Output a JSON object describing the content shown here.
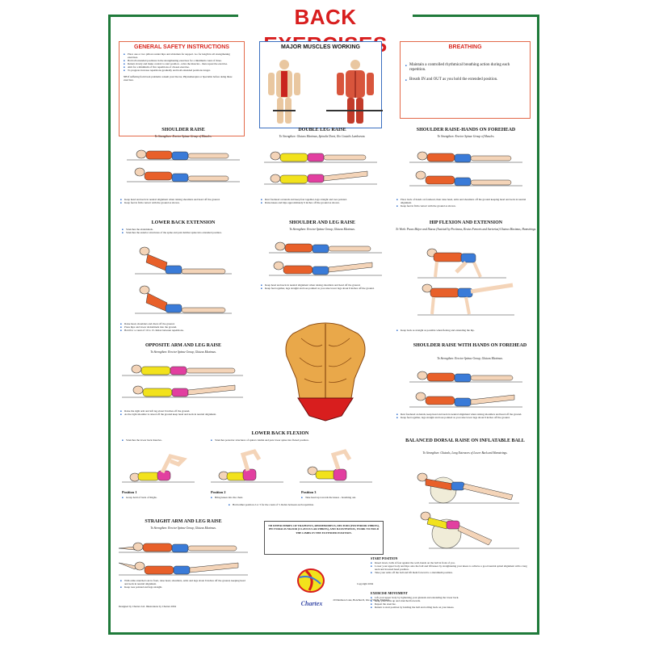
{
  "title": "BACK EXERCISES",
  "safety": {
    "heading": "GENERAL SAFETY INSTRUCTIONS",
    "items": [
      "Place one or two pillows under hips and abdomen for support. Go for length in all strengthening exercises.",
      "Hold all extended positions in the strengthening exercises for a minimum count of three.",
      "Return slowly and make control to start position - relax the muscles - then repeat the exercise.",
      "Aim for a minimum of five repetitions of chosen exercise.",
      "To progress increase repetitions gradually and hold extended positions longer."
    ],
    "nb": "NB  If suffering from back problems consult your Doctor, Physiotherapist or Specialist before doing these exercises."
  },
  "muscles": {
    "heading": "MAJOR MUSCLES WORKING"
  },
  "breathing": {
    "heading": "BREATHING",
    "items": [
      "Maintain a controlled rhythmical breathing action during each repetition.",
      "Breath IN and OUT as you hold the extended position."
    ]
  },
  "exercises": [
    {
      "title": "SHOULDER RAISE",
      "sub": "To Strengthen: Erector Spinae Group of Muscles.",
      "bullets": [
        "Keep head and neck in neutral alignment when raising shoulders and head off the ground.",
        "Keep feet in firm contact with the ground as shown."
      ]
    },
    {
      "title": "DOUBLE LEG RAISE",
      "sub": "To Strengthen: Gluteus Maximus, Spinalis Dorsi, Ilio Costalis Lumborum.",
      "bullets": [
        "Rest forehead on hands and keep feet together, legs straight and toes pointed.",
        "Raise knees and hips approximately 6 inches off the ground as shown."
      ]
    },
    {
      "title": "SHOULDER RAISE-HANDS ON FOREHEAD",
      "sub": "To Strengthen: Erector Spinae Group of Muscles.",
      "bullets": [
        "Place back of hands on forehead, then raise head, arms and shoulders off the ground keeping head and neck in neutral alignment.",
        "Keep feet in firm contact with the ground as shown."
      ]
    },
    {
      "title": "LOWER BACK EXTENSION",
      "sub": "",
      "bullets_top": [
        "Stretches the abdominals.",
        "Stretches the anterior structures of the spine and puts lumbar spine into extended position."
      ],
      "bullets": [
        "Raise head, shoulders and chest off the ground.",
        "Press hips and lower abdominals into the ground.",
        "Hold for a count of 10 to 15. Relax between repetitions."
      ]
    },
    {
      "title": "SHOULDER AND LEG RAISE",
      "sub": "To Strengthen: Erector Spinae Group, Gluteus Maximus.",
      "bullets": [
        "Keep head and neck in neutral alignment when raising shoulders and head off the ground.",
        "Keep feet together, legs straight and toes pointed as you raise lower legs about 6 inches off the ground."
      ]
    },
    {
      "title": "HIP FLEXION AND EXTENSION",
      "sub": "To Work: Psoas Major and Iliacus (Assisted by Pectineus, Rectus Femoris and Sartorius) Gluteus Maximus, Hamstrings.",
      "bullets": [
        "Keep back as straight as possible when flexing and extending the hip."
      ]
    },
    {
      "title": "OPPOSITE ARM AND LEG RAISE",
      "sub": "To Strengthen: Erector Spinae Group, Gluteus Maximus.",
      "bullets": [
        "Raise the right arm and left leg about 6 inches off the ground.",
        "As the right shoulder is raised off the ground keep head and neck in neutral alignment."
      ]
    },
    {
      "title": "SHOULDER RAISE WITH HANDS ON FOREHEAD",
      "sub": "To Strengthen: Erector Spinae Group, Gluteus Maximus.",
      "bullets": [
        "Rest forehead on hands, keep head and neck in neutral alignment when raising shoulders and head off the ground.",
        "Keep feet together, legs straight and toes pointed as you raise lower legs about 6 inches off the ground."
      ]
    },
    {
      "title": "LOWER BACK FLEXION",
      "sub": "",
      "bullets_top": [
        "Stretches the lower back muscles.",
        "Stretches posterior structures of spinal column and puts lower spine into flexed position."
      ],
      "positions": [
        "Position 1",
        "Position 2",
        "Position 3"
      ],
      "pos_notes": [
        "Grasp hold of back of thighs.",
        "Bring knees into the chest.",
        "Take head up towards the knees - breathing out."
      ],
      "hold": "Hold either position 2 or 3 for the count of 5. Relax between each repetition."
    },
    {
      "title": "BALANCED DORSAL RAISE ON INFLATABLE BALL",
      "sub": "To Strengthen: Gluteals, Long Extensors of Lower Back and Hamstrings."
    },
    {
      "title": "STRAIGHT ARM AND LEG RAISE",
      "sub": "To Strengthen: Erector Spinae Group, Gluteus Maximus.",
      "bullets": [
        "With arms stretched out in front, raise head, shoulders, arms and legs about 6 inches off the ground, keeping head and neck in neutral alignment.",
        "Keep toes pointed and legs straight."
      ]
    }
  ],
  "nb_box": "NB  UPPER FIBRES OF TRAPEZIUS, RHOMBOIDEUS, DELTOID (POSTERIOR FIBRES), PECTORALIS MAJOR (CLAVICULAR FIBRES), AND ILIOSTERNOS, WORK TO HOLD THE LIMBS IN THE EXTENDED POSITION.",
  "ball": {
    "start_heading": "START POSITION",
    "start": [
      "Kneel down, balls of feet against the wall, hands on the ball in front of you.",
      "Lower your upper body and hips onto the ball and lift knees by straightening your knees to achieve a good neutral spinal alignment with a long neck and lowered head position.",
      "Take your arms off the ball and lift them forward to a maximum position."
    ],
    "move_heading": "EXERCISE MOVEMENT",
    "move": [
      "Lift your upper body by tightening your gluteals and extending the lower back.",
      "Keep your arms up and stretched forwards.",
      "Repeat the exercise.",
      "Return to start position by holding the ball and rolling back on your knees."
    ]
  },
  "brand": "Chartex",
  "copyright": "Copyright 2004",
  "address": "20 Dunmore Lane, Bonchurch, Isle of Wight, England",
  "credits": "Designed by Chartex Ltd. Illustrations by Chartex 2004",
  "colors": {
    "frame": "#1f7a3a",
    "title": "#d81e1e",
    "shirt": "#e8602a",
    "shorts": "#3a7bd8",
    "yellow": "#f2e21c",
    "skin": "#f4d4b8"
  }
}
